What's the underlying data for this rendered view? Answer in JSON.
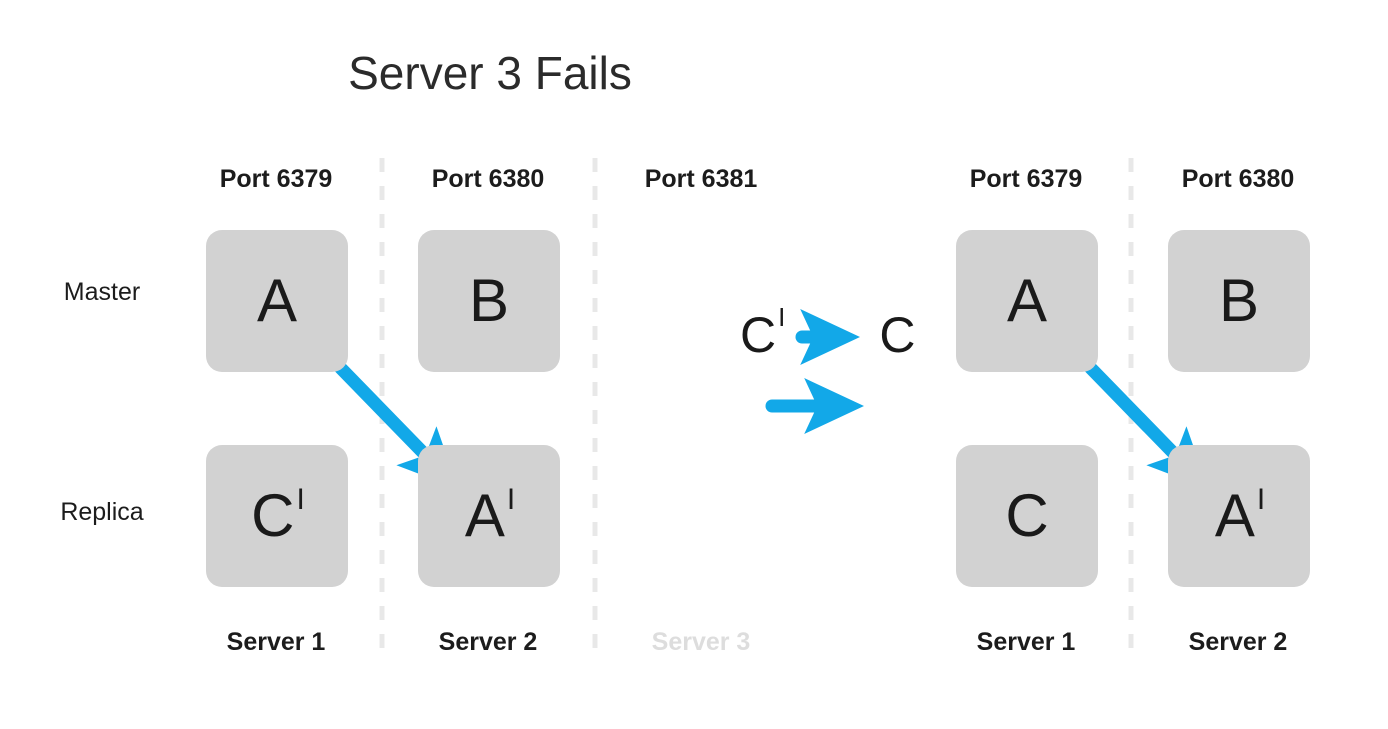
{
  "title": "Server 3 Fails",
  "colors": {
    "arrow": "#12A8E8",
    "node_fill": "#d2d2d2",
    "text": "#1a1a1a",
    "failed_text": "#dddddd",
    "divider": "#e8e8e8",
    "background": "#ffffff"
  },
  "row_labels": {
    "master": "Master",
    "replica": "Replica"
  },
  "left_cluster": {
    "columns": [
      {
        "port": "Port 6379",
        "server": "Server 1",
        "failed": false,
        "master": {
          "letter": "A",
          "prime": ""
        },
        "replica": {
          "letter": "C",
          "prime": "I"
        }
      },
      {
        "port": "Port 6380",
        "server": "Server 2",
        "failed": false,
        "master": {
          "letter": "B",
          "prime": ""
        },
        "replica": {
          "letter": "A",
          "prime": "I"
        }
      },
      {
        "port": "Port 6381",
        "server": "Server 3",
        "failed": true,
        "master": null,
        "replica": null
      }
    ]
  },
  "right_cluster": {
    "columns": [
      {
        "port": "Port 6379",
        "server": "Server 1",
        "failed": false,
        "master": {
          "letter": "A",
          "prime": ""
        },
        "replica": {
          "letter": "C",
          "prime": ""
        }
      },
      {
        "port": "Port 6380",
        "server": "Server 2",
        "failed": false,
        "master": {
          "letter": "B",
          "prime": ""
        },
        "replica": {
          "letter": "A",
          "prime": "I"
        }
      }
    ]
  },
  "center_transition": {
    "promotion": {
      "from_letter": "C",
      "from_prime": "I",
      "to_letter": "C",
      "to_prime": ""
    },
    "has_standalone_arrow": true
  },
  "replication_arrows": [
    {
      "label": "A replicates to A-prime on Server 2 (left cluster)"
    },
    {
      "label": "A replicates to A-prime on Server 2 (right cluster)"
    }
  ]
}
